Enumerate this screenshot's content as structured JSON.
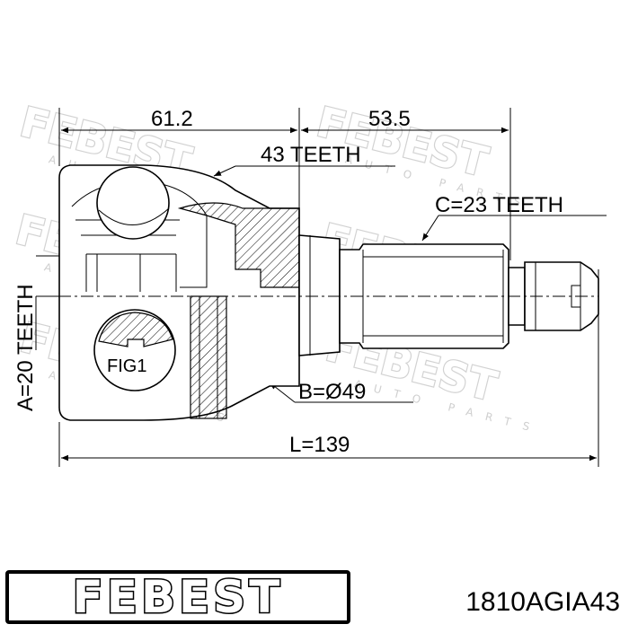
{
  "diagram": {
    "dimensions": {
      "dim_left": "61.2",
      "dim_right": "53.5",
      "outer_teeth": "43 TEETH",
      "spline_c": "C=23 TEETH",
      "spline_a": "A=20 TEETH",
      "diameter_b": "B=Ø49",
      "length_l": "L=139",
      "fig_label": "FIG1"
    },
    "watermark": {
      "brand": "FEBEST",
      "sub": "AUTO PARTS"
    },
    "footer": {
      "logo_text": "FEBEST",
      "part_number": "1810AGIA43"
    }
  }
}
